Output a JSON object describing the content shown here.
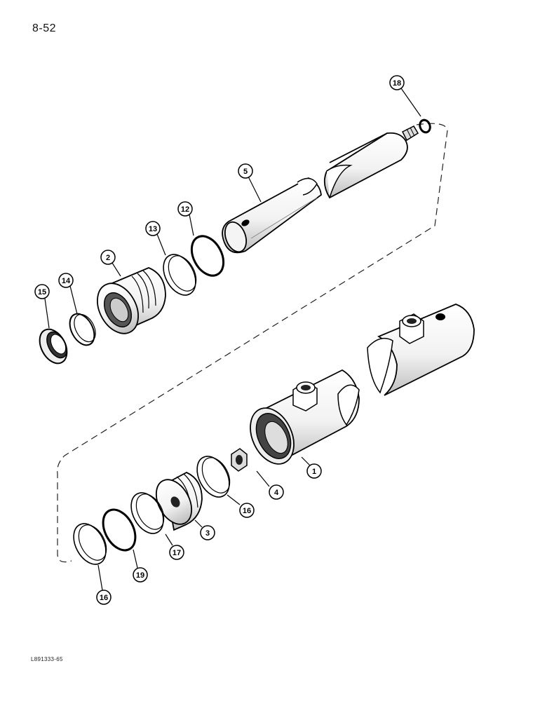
{
  "page": {
    "number": "8-52",
    "figure_code": "L891333-65"
  },
  "callouts": {
    "c1": "1",
    "c2": "2",
    "c3": "3",
    "c4": "4",
    "c5": "5",
    "c12": "12",
    "c13": "13",
    "c14": "14",
    "c15": "15",
    "c16a": "16",
    "c16b": "16",
    "c17": "17",
    "c18": "18",
    "c19": "19"
  }
}
